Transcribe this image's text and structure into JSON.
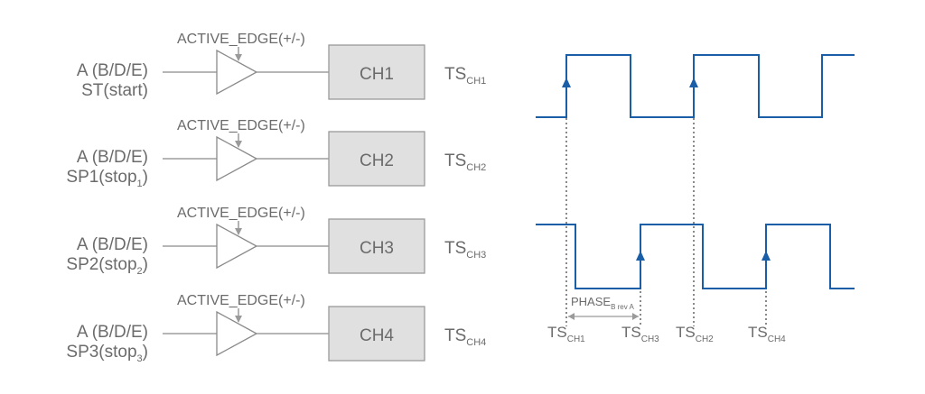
{
  "channels": [
    {
      "source": "A (B/D/E)",
      "signal_main": "ST(start)",
      "signal_sub": "",
      "signal_tail": "",
      "edge_label": "ACTIVE_EDGE(+/-)",
      "block": "CH1",
      "ts_main": "TS",
      "ts_sub": "CH1"
    },
    {
      "source": "A (B/D/E)",
      "signal_main": "SP1(stop",
      "signal_sub": "1",
      "signal_tail": ")",
      "edge_label": "ACTIVE_EDGE(+/-)",
      "block": "CH2",
      "ts_main": "TS",
      "ts_sub": "CH2"
    },
    {
      "source": "A (B/D/E)",
      "signal_main": "SP2(stop",
      "signal_sub": "2",
      "signal_tail": ")",
      "edge_label": "ACTIVE_EDGE(+/-)",
      "block": "CH3",
      "ts_main": "TS",
      "ts_sub": "CH3"
    },
    {
      "source": "A (B/D/E)",
      "signal_main": "SP3(stop",
      "signal_sub": "3",
      "signal_tail": ")",
      "edge_label": "ACTIVE_EDGE(+/-)",
      "block": "CH4",
      "ts_main": "TS",
      "ts_sub": "CH4"
    }
  ],
  "timing": {
    "phase_main": "PHASE",
    "phase_sub": "B rev A",
    "markers": [
      {
        "main": "TS",
        "sub": "CH1"
      },
      {
        "main": "TS",
        "sub": "CH3"
      },
      {
        "main": "TS",
        "sub": "CH2"
      },
      {
        "main": "TS",
        "sub": "CH4"
      }
    ]
  },
  "colors": {
    "waveform": "#1a5ea8",
    "block_fill": "#e0e0e0",
    "text": "#6b6b6b"
  }
}
